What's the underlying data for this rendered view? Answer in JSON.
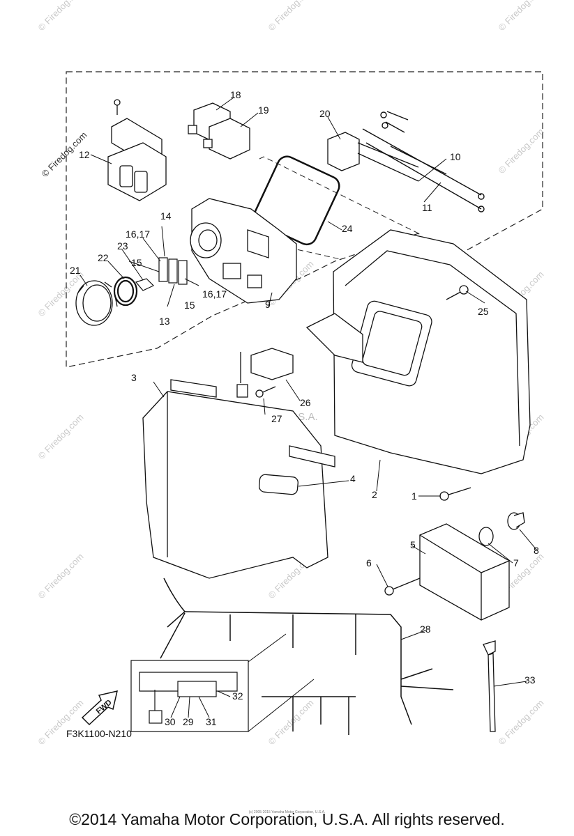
{
  "watermark": "© Firedog.com",
  "middle_watermark": "Yamaha Motor Corp. U.S.A.",
  "callouts": [
    "1",
    "2",
    "3",
    "4",
    "5",
    "6",
    "7",
    "8",
    "9",
    "10",
    "11",
    "12",
    "13",
    "14",
    "15",
    "15",
    "16,17",
    "16,17",
    "18",
    "19",
    "20",
    "21",
    "22",
    "23",
    "24",
    "25",
    "26",
    "27",
    "28",
    "29",
    "30",
    "31",
    "32",
    "33"
  ],
  "fwd_label": "FWD",
  "diagram_code": "F3K1100-N210",
  "small_copyright": "(c) 2005-2015 Yamaha Motor Corporation, U.S.A.",
  "footer": "©2014 Yamaha Motor Corporation, U.S.A. All rights reserved."
}
